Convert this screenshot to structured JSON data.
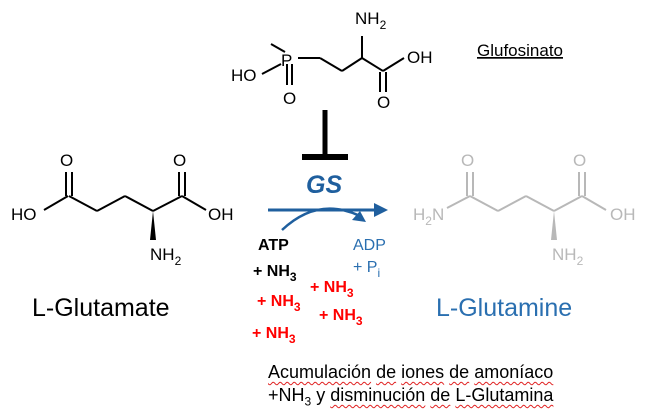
{
  "inhibitor": {
    "name": "Glufosinato",
    "atoms": {
      "amine": "NH",
      "amine_sub": "2",
      "acid_oh": "OH",
      "acid_o": "O",
      "phos_ho": "HO",
      "phos_p": "P",
      "phos_o": "O"
    }
  },
  "enzyme": {
    "name": "GS",
    "color": "#1f5f9e"
  },
  "substrate": {
    "name": "L-Glutamate",
    "atoms": {
      "left_o": "O",
      "right_o": "O",
      "left_ho": "HO",
      "right_oh": "OH",
      "amine": "NH",
      "amine_sub": "2"
    }
  },
  "product": {
    "name": "L-Glutamine",
    "color": "#2a6fb0",
    "atoms": {
      "left_o": "O",
      "right_o": "O",
      "h2n": "H",
      "h2n_sub": "2",
      "h2n_n": "N",
      "right_oh": "OH",
      "amine": "NH",
      "amine_sub": "2"
    }
  },
  "reaction": {
    "reactant_atp": "ATP",
    "reactant_nh3": "+ NH",
    "nh3_sub": "3",
    "product_adp": "ADP",
    "product_pi": "+ P",
    "pi_sub": "i",
    "accumulated": [
      {
        "label": "+ NH",
        "sub": "3"
      },
      {
        "label": "+ NH",
        "sub": "3"
      },
      {
        "label": "+ NH",
        "sub": "3"
      },
      {
        "label": "+ NH",
        "sub": "3"
      }
    ],
    "accent": "#ff0000"
  },
  "caption": {
    "line1": [
      "Acumulación",
      "de",
      "iones",
      "de",
      "amoníaco"
    ],
    "line2_prefix": "+NH",
    "line2_sub": "3",
    "line2_rest": [
      "y",
      "disminución",
      "de",
      "L-Glutamina"
    ]
  }
}
